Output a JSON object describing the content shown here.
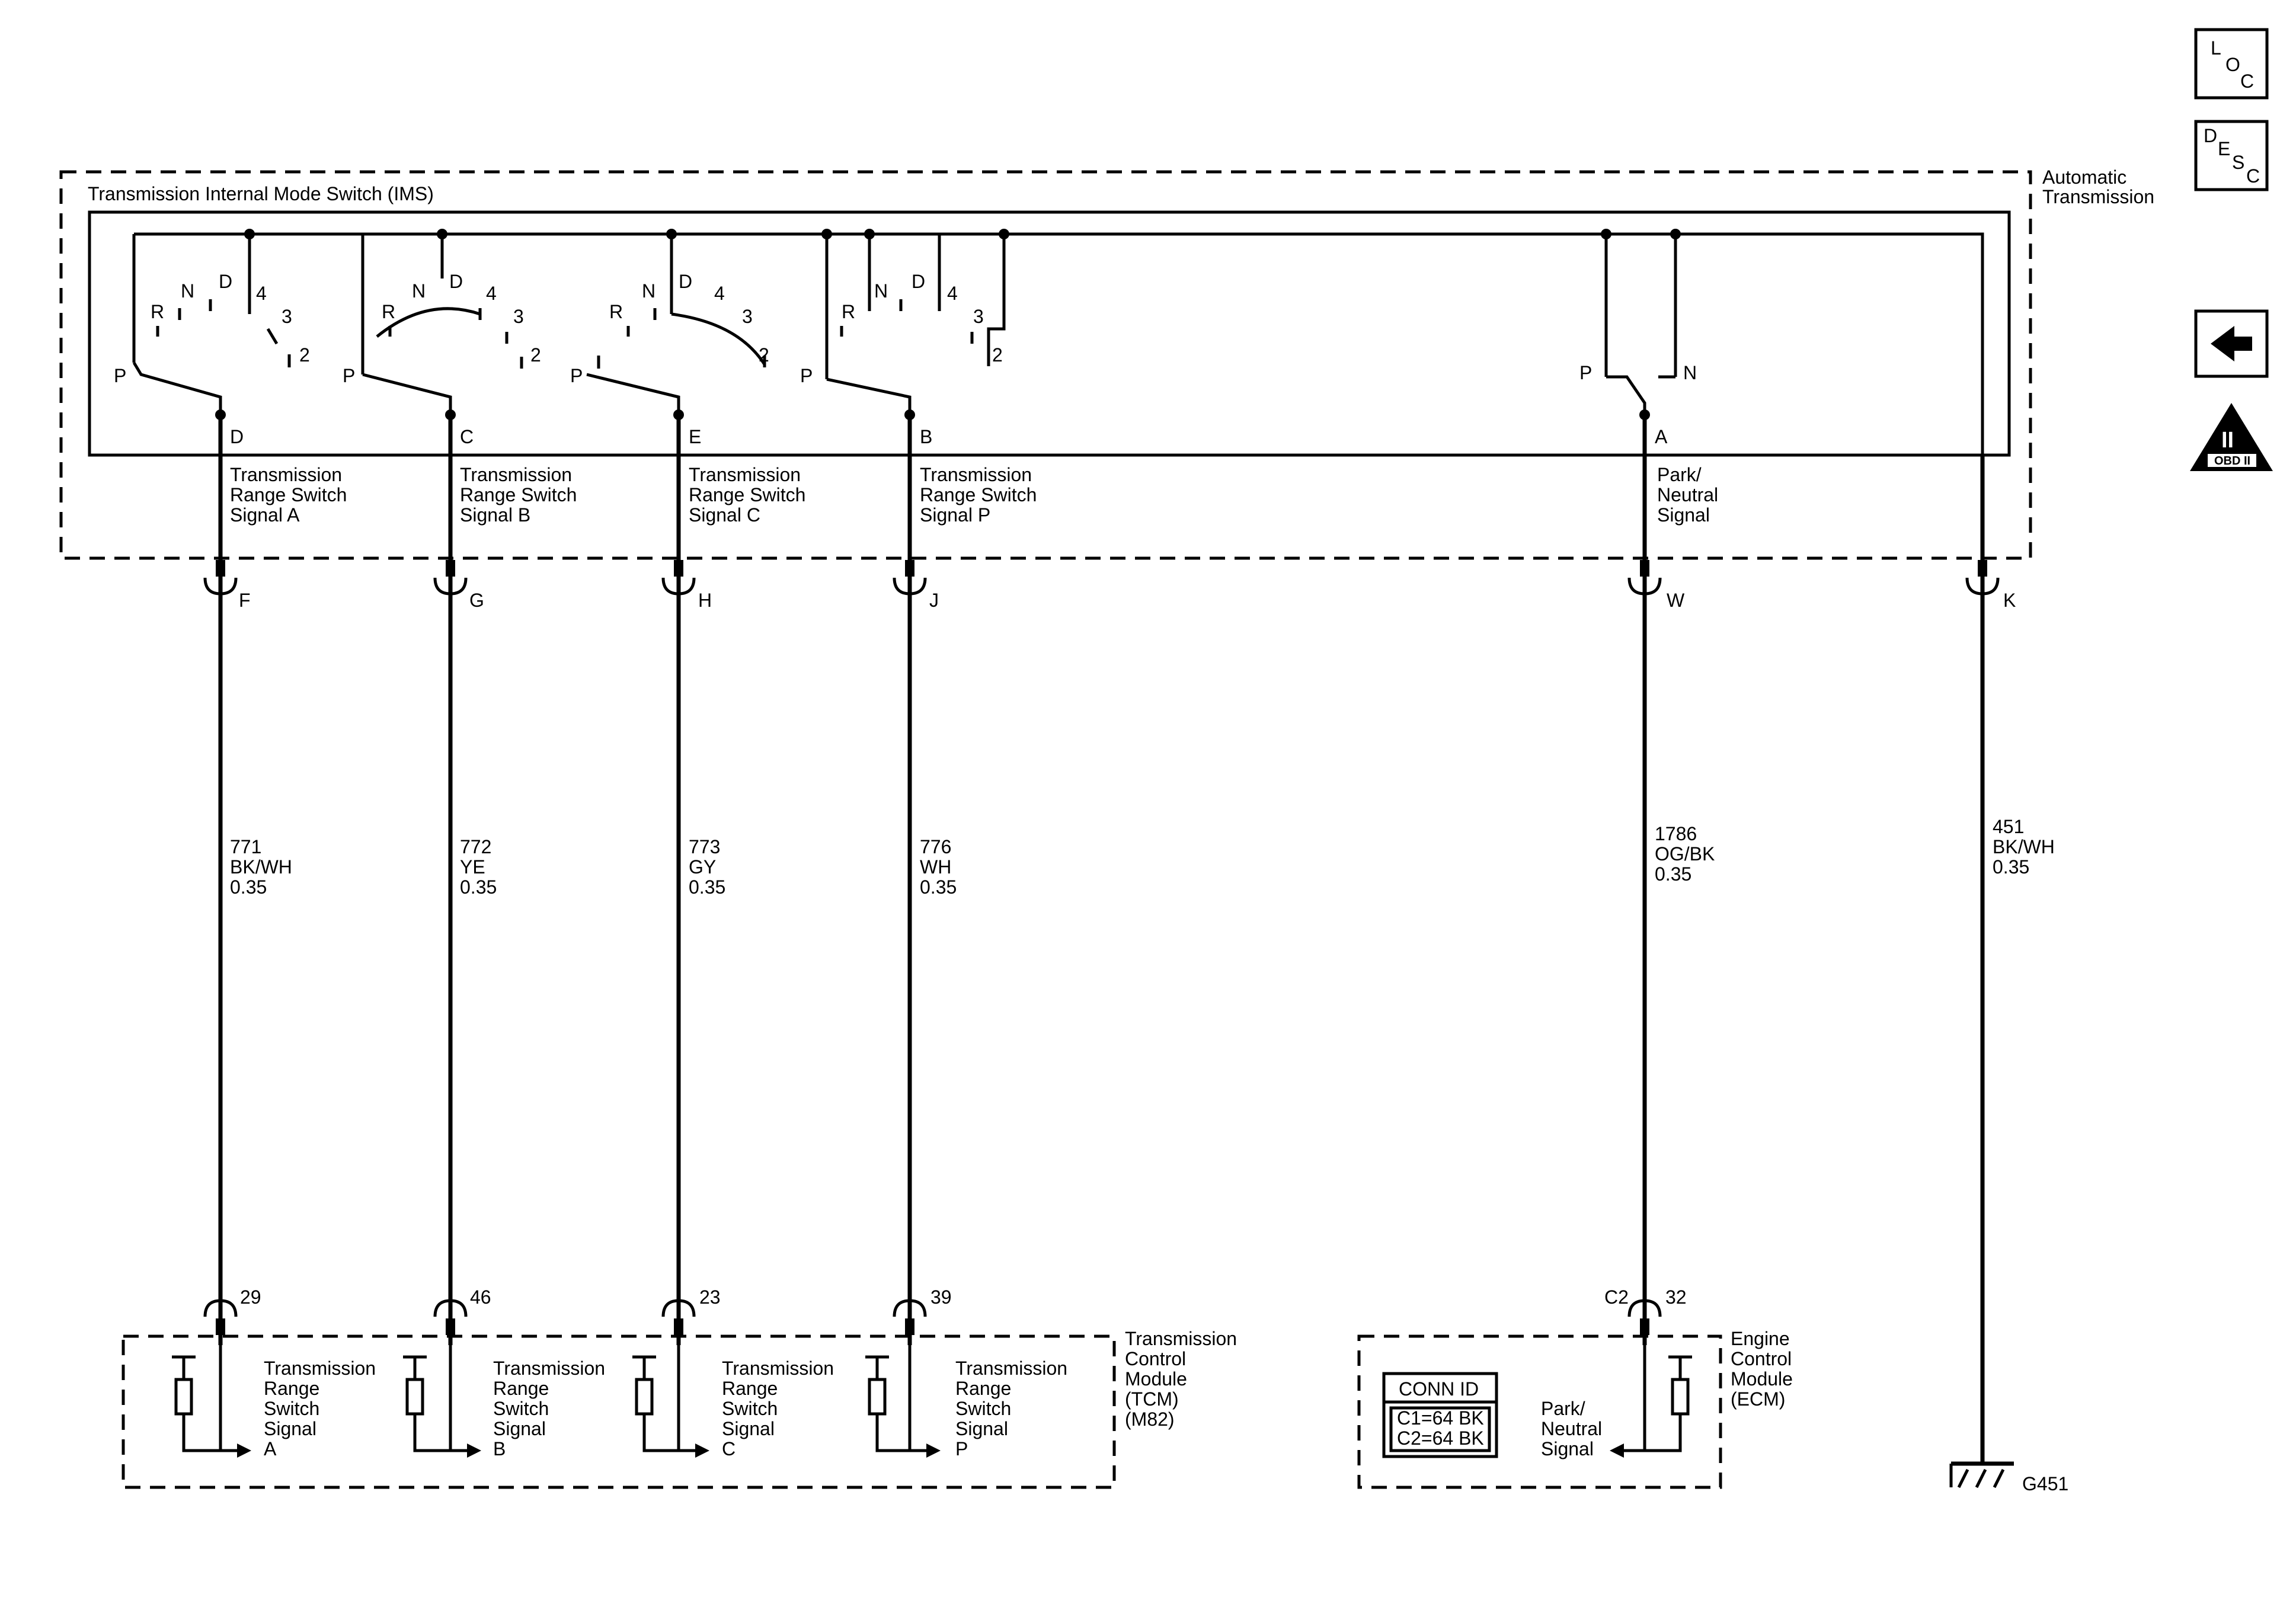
{
  "diagram": {
    "ims_title": "Transmission Internal Mode Switch (IMS)",
    "automatic_transmission": [
      "Automatic",
      "Transmission"
    ],
    "range_letters": {
      "P": "P",
      "R": "R",
      "N": "N",
      "D": "D",
      "four": "4",
      "three": "3",
      "two": "2"
    },
    "switch_pins": {
      "D": "D",
      "C": "C",
      "E": "E",
      "B": "B",
      "A": "A"
    },
    "switch_signals": {
      "a": [
        "Transmission",
        "Range Switch",
        "Signal A"
      ],
      "b": [
        "Transmission",
        "Range Switch",
        "Signal B"
      ],
      "c": [
        "Transmission",
        "Range Switch",
        "Signal C"
      ],
      "p": [
        "Transmission",
        "Range Switch",
        "Signal P"
      ],
      "pn": [
        "Park/",
        "Neutral",
        "Signal"
      ]
    },
    "connector_pins": {
      "F": "F",
      "G": "G",
      "H": "H",
      "J": "J",
      "W": "W",
      "K": "K"
    },
    "wires": {
      "w771": [
        "771",
        "BK/WH",
        "0.35"
      ],
      "w772": [
        "772",
        "YE",
        "0.35"
      ],
      "w773": [
        "773",
        "GY",
        "0.35"
      ],
      "w776": [
        "776",
        "WH",
        "0.35"
      ],
      "w1786": [
        "1786",
        "OG/BK",
        "0.35"
      ],
      "w451": [
        "451",
        "BK/WH",
        "0.35"
      ]
    },
    "module_pins": {
      "p29": "29",
      "p46": "46",
      "p23": "23",
      "p39": "39",
      "c2": "C2",
      "p32": "32"
    },
    "tcm_inputs": {
      "a": [
        "Transmission",
        "Range",
        "Switch",
        "Signal",
        "A"
      ],
      "b": [
        "Transmission",
        "Range",
        "Switch",
        "Signal",
        "B"
      ],
      "c": [
        "Transmission",
        "Range",
        "Switch",
        "Signal",
        "C"
      ],
      "p": [
        "Transmission",
        "Range",
        "Switch",
        "Signal",
        "P"
      ]
    },
    "tcm_label": [
      "Transmission",
      "Control",
      "Module",
      "(TCM)",
      "(M82)"
    ],
    "ecm_label": [
      "Engine",
      "Control",
      "Module",
      "(ECM)"
    ],
    "ecm_input": [
      "Park/",
      "Neutral",
      "Signal"
    ],
    "conn_id": {
      "title": "CONN ID",
      "c1": "C1=64 BK",
      "c2": "C2=64 BK"
    },
    "ground": "G451"
  },
  "side_icons": {
    "loc": {
      "name": "loc-icon",
      "letters": [
        "L",
        "O",
        "C"
      ]
    },
    "desc": {
      "name": "desc-icon",
      "letters": [
        "D",
        "E",
        "S",
        "C"
      ]
    },
    "back": {
      "name": "back-arrow-icon"
    },
    "obd": {
      "name": "obd-ii-icon",
      "roman": "II",
      "caption": "OBD II"
    }
  }
}
